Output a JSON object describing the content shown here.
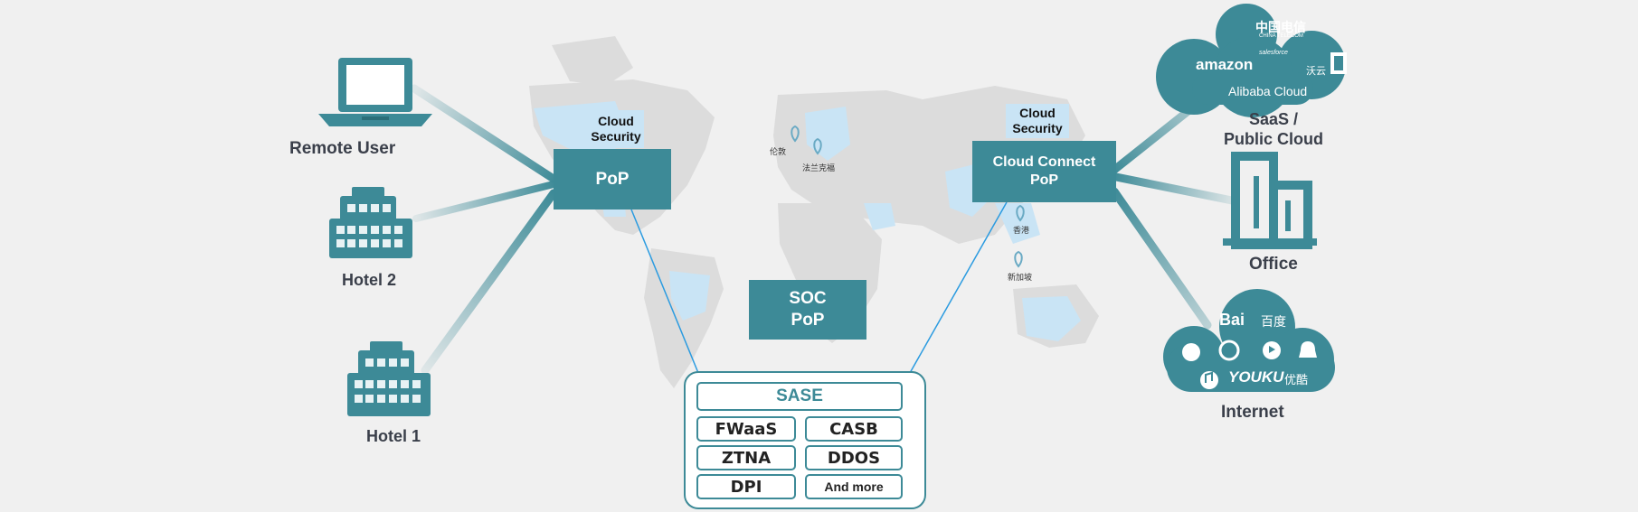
{
  "sources": {
    "remote_user": "Remote User",
    "hotel2": "Hotel 2",
    "hotel1": "Hotel 1"
  },
  "pop": {
    "left_security_tag": "Cloud Security",
    "left_label": "PoP",
    "soc_label": "SOC PoP",
    "right_security_tag": "Cloud Security",
    "right_label": "Cloud Connect PoP"
  },
  "sase": {
    "title": "SASE",
    "items": [
      "FWaaS",
      "CASB",
      "ZTNA",
      "DDOS",
      "DPI",
      "And more"
    ]
  },
  "destinations": {
    "saas": "SaaS / Public Cloud",
    "office": "Office",
    "internet": "Internet"
  },
  "saas_cloud_logos": {
    "china_telecom": "中国电信",
    "china_telecom_en": "CHINA TELECOM",
    "amazon": "amazon",
    "salesforce": "salesforce",
    "woyun": "沃云",
    "alibaba": "Alibaba Cloud"
  },
  "internet_cloud_logos": {
    "baidu_latin": "Bai",
    "baidu_cn": "百度",
    "youku": "YOUKU",
    "youku_cn": "优酷"
  },
  "map_pins": [
    "伦敦",
    "法兰克福",
    "香港",
    "新加坡"
  ],
  "colors": {
    "teal": "#3d8a97",
    "light_blue": "#c9e4f5",
    "map_gray": "#dcdcdc",
    "background": "#f0f0f0"
  }
}
